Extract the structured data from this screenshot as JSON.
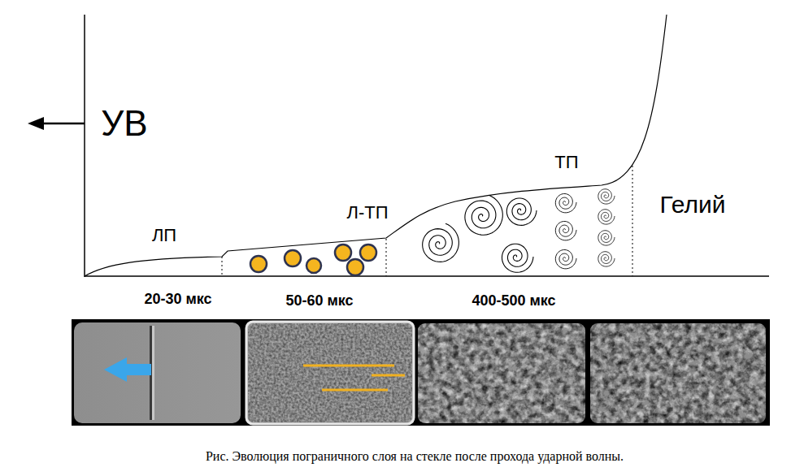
{
  "diagram": {
    "caption": "Рис. Эволюция пограничного слоя на стекле после прохода ударной волны.",
    "labels": [
      "УВ",
      "ЛП",
      "Л-ТП",
      "ТП",
      "Гелий",
      "20-30 мкс",
      "50-60 мкс",
      "400-500 мкс"
    ]
  }
}
